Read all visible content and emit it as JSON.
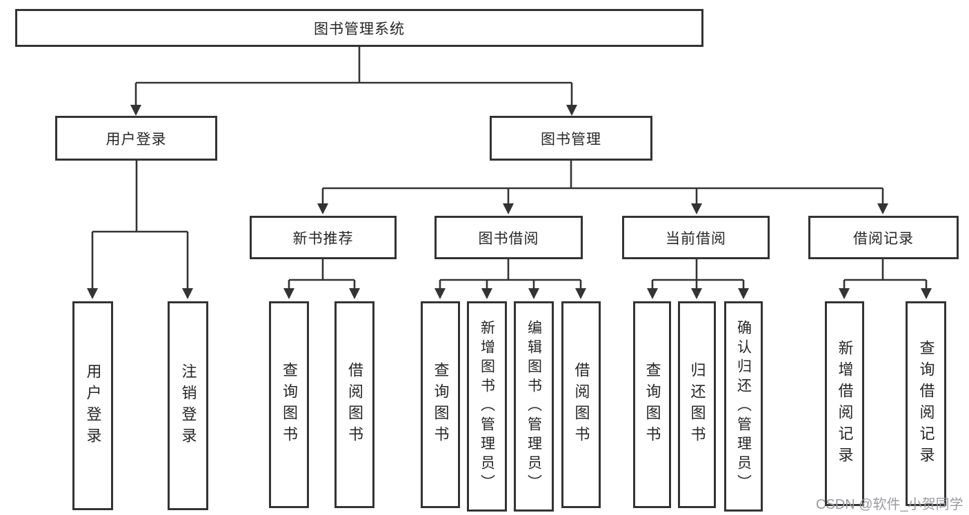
{
  "colors": {
    "line": "#333333",
    "text": "#262626",
    "box_bg": "#ffffff",
    "watermark": "#9a9aa0"
  },
  "watermark": "CSDN @软件_小贺同学",
  "nodes": {
    "root": {
      "label": "图书管理系统"
    },
    "user_login": {
      "label": "用户登录"
    },
    "book_management": {
      "label": "图书管理"
    },
    "login": {
      "label": "用户登录"
    },
    "logout": {
      "label": "注销登录"
    },
    "new_book_recommend": {
      "label": "新书推荐"
    },
    "book_borrowing": {
      "label": "图书借阅"
    },
    "current_borrowing": {
      "label": "当前借阅"
    },
    "borrowing_records": {
      "label": "借阅记录"
    },
    "nb_query_books": {
      "label": "查询图书"
    },
    "nb_borrow_books": {
      "label": "借阅图书"
    },
    "bb_query_books": {
      "label": "查询图书"
    },
    "bb_add_books": {
      "label": "新增图书（管理员）"
    },
    "bb_edit_books": {
      "label": "编辑图书（管理员）"
    },
    "bb_borrow_books": {
      "label": "借阅图书"
    },
    "cb_query_books": {
      "label": "查询图书"
    },
    "cb_return_books": {
      "label": "归还图书"
    },
    "cb_confirm_return": {
      "label": "确认归还（管理员）"
    },
    "br_add_record": {
      "label": "新增借阅记录"
    },
    "br_query_record": {
      "label": "查询借阅记录"
    }
  }
}
